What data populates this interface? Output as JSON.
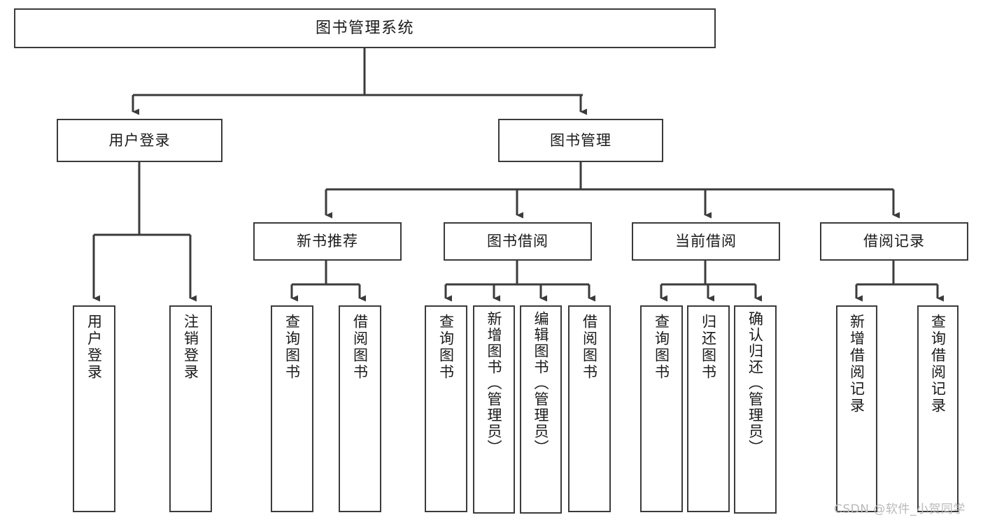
{
  "diagram": {
    "title": "图书管理系统",
    "root": {
      "label": "图书管理系统"
    },
    "level2": [
      {
        "label": "用户登录"
      },
      {
        "label": "图书管理"
      }
    ],
    "level3": [
      {
        "label": "新书推荐"
      },
      {
        "label": "图书借阅"
      },
      {
        "label": "当前借阅"
      },
      {
        "label": "借阅记录"
      }
    ],
    "leaves": {
      "user_login": [
        {
          "label": "用户登录"
        },
        {
          "label": "注销登录"
        }
      ],
      "new_book_recommend": [
        {
          "label": "查询图书"
        },
        {
          "label": "借阅图书"
        }
      ],
      "book_borrow": [
        {
          "label": "查询图书"
        },
        {
          "label": "新增图书（管理员）"
        },
        {
          "label": "编辑图书（管理员）"
        },
        {
          "label": "借阅图书"
        }
      ],
      "current_borrow": [
        {
          "label": "查询图书"
        },
        {
          "label": "归还图书"
        },
        {
          "label": "确认归还（管理员）"
        }
      ],
      "borrow_record": [
        {
          "label": "新增借阅记录"
        },
        {
          "label": "查询借阅记录"
        }
      ]
    }
  },
  "watermark": {
    "text": "CSDN @软件_小贺同学"
  },
  "colors": {
    "stroke": "#3b3b3b",
    "text": "#1a1a1a",
    "background": "#ffffff",
    "watermark": "#b9b9b9"
  }
}
